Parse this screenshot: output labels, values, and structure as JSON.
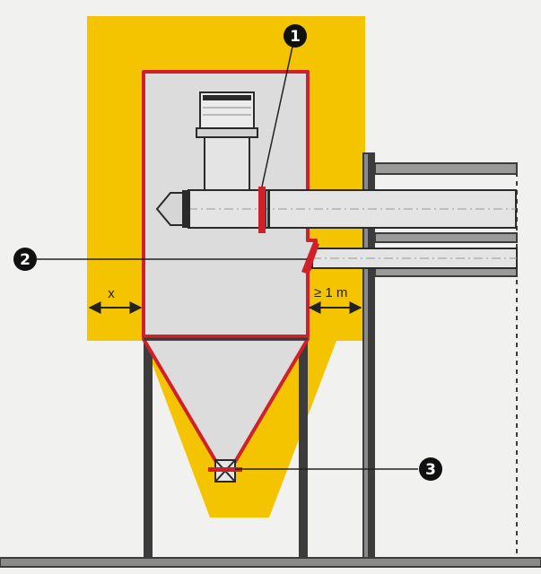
{
  "callouts": [
    {
      "number": "1"
    },
    {
      "number": "2"
    },
    {
      "number": "3"
    }
  ],
  "dimensions": {
    "distance_x": "x",
    "min_distance": "≥ 1 m"
  },
  "colors": {
    "zone": "#f5c400",
    "zone_outline": "#d02028",
    "vessel": "#dcdcdc",
    "steel": "#3c3c3c",
    "background": "#f1f1ef"
  }
}
